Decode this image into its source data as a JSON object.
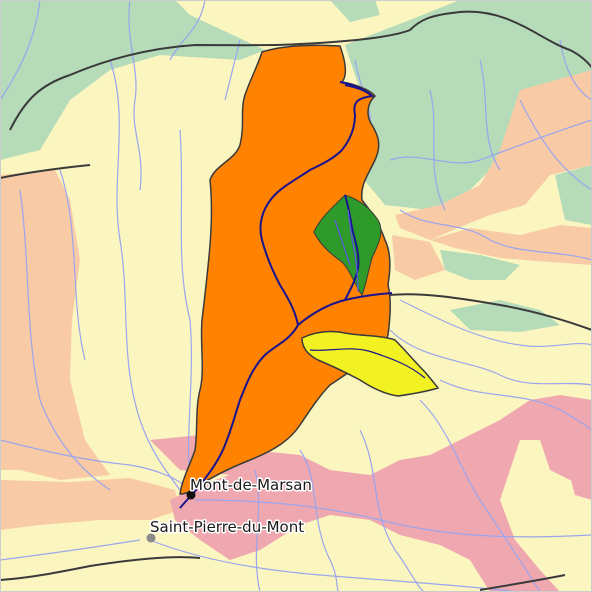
{
  "map": {
    "places": [
      {
        "id": "mont-de-marsan",
        "name": "Mont-de-Marsan"
      },
      {
        "id": "saint-pierre-du-mont",
        "name": "Saint-Pierre-du-Mont"
      }
    ],
    "colors": {
      "background_yellow": "#fbf6c0",
      "forest_green": "#b5dbb9",
      "salmon_zone": "#f8cba6",
      "pink_zone": "#f0a8b0",
      "watershed_orange": "#ff8200",
      "subbasin_green": "#2e9a2a",
      "subbasin_yellow": "#f2f222",
      "river_blue": "#1a138f",
      "stream_lightblue": "#9aa5ee",
      "border_line": "#3a3a3a"
    }
  }
}
